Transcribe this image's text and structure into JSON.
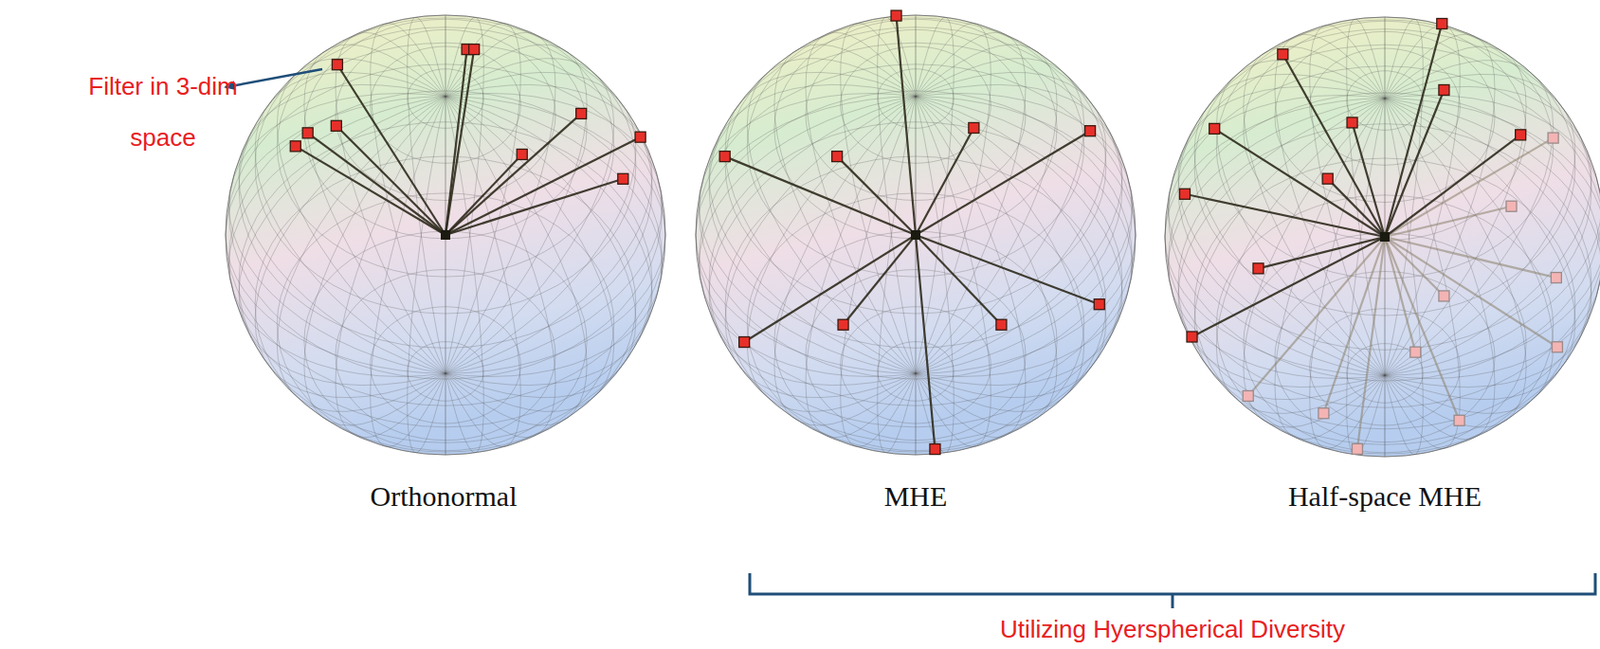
{
  "diagram": {
    "labels": [
      "Filter in 3-dim space",
      "Orthonormal",
      "MHE",
      "Half-space MHE",
      "Utilizing Hyerspherical Diversity"
    ]
  }
}
